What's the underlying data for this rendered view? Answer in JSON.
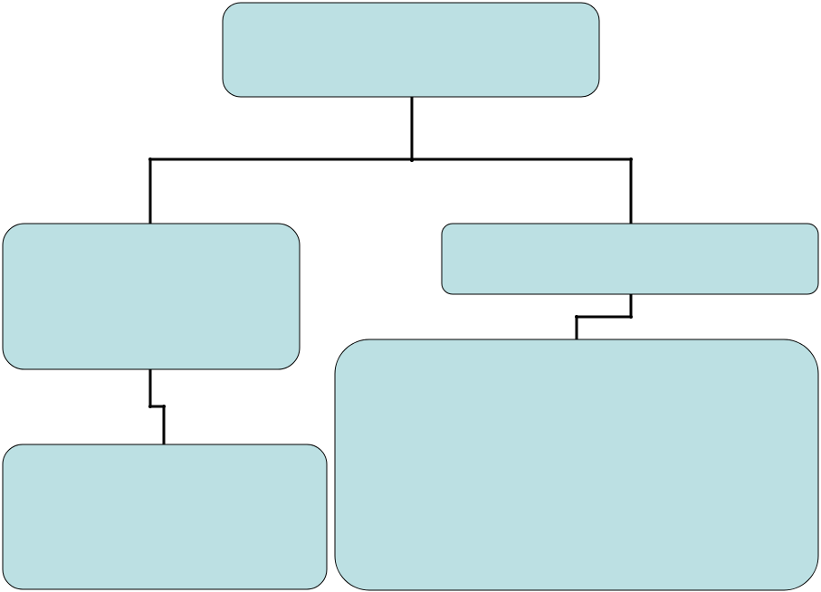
{
  "diagram": {
    "type": "org-chart",
    "colors": {
      "box_fill": "#bce0e3",
      "box_stroke": "#000000",
      "connector": "#000000",
      "background": "#ffffff"
    },
    "nodes": [
      {
        "id": "root",
        "label": ""
      },
      {
        "id": "left-child",
        "label": ""
      },
      {
        "id": "right-child",
        "label": ""
      },
      {
        "id": "left-grandchild",
        "label": ""
      },
      {
        "id": "right-grandchild",
        "label": ""
      }
    ],
    "edges": [
      {
        "from": "root",
        "to": "left-child"
      },
      {
        "from": "root",
        "to": "right-child"
      },
      {
        "from": "left-child",
        "to": "left-grandchild"
      },
      {
        "from": "right-child",
        "to": "right-grandchild"
      }
    ]
  }
}
